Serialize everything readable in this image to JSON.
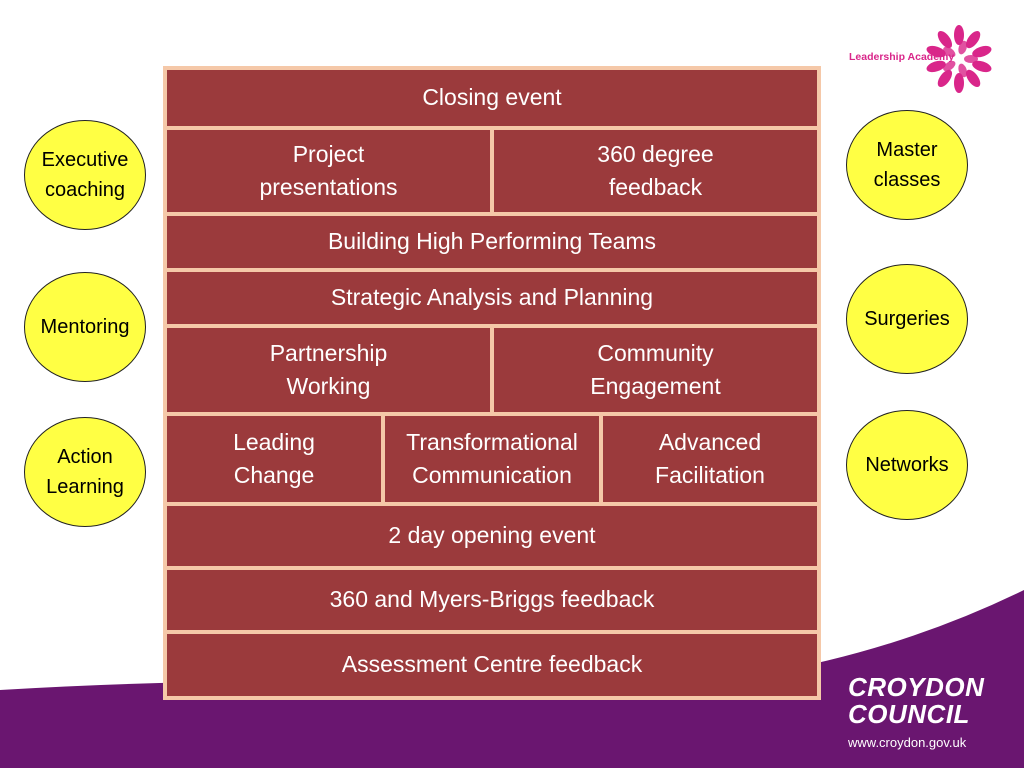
{
  "brand": {
    "academy_name": "Leadership Academy",
    "council_name": "CROYDON\nCOUNCIL",
    "council_url": "www.croydon.gov.uk",
    "colors": {
      "block": "#9b3a3c",
      "frame": "#f5c8a8",
      "oval": "#ffff44",
      "accent": "#d9268a",
      "purple": "#6a1670"
    }
  },
  "rows": [
    {
      "cells": [
        "Closing event"
      ]
    },
    {
      "cells": [
        "Project\npresentations",
        "360 degree\nfeedback"
      ]
    },
    {
      "cells": [
        "Building High Performing Teams"
      ]
    },
    {
      "cells": [
        "Strategic Analysis and Planning"
      ]
    },
    {
      "cells": [
        "Partnership\nWorking",
        "Community\nEngagement"
      ]
    },
    {
      "cells": [
        "Leading\nChange",
        "Transformational\nCommunication",
        "Advanced\nFacilitation"
      ]
    },
    {
      "cells": [
        "2 day opening event"
      ]
    },
    {
      "cells": [
        "360 and Myers-Briggs feedback"
      ]
    },
    {
      "cells": [
        "Assessment Centre feedback"
      ]
    }
  ],
  "left_ovals": [
    "Executive\ncoaching",
    "Mentoring",
    "Action\nLearning"
  ],
  "right_ovals": [
    "Master\nclasses",
    "Surgeries",
    "Networks"
  ]
}
